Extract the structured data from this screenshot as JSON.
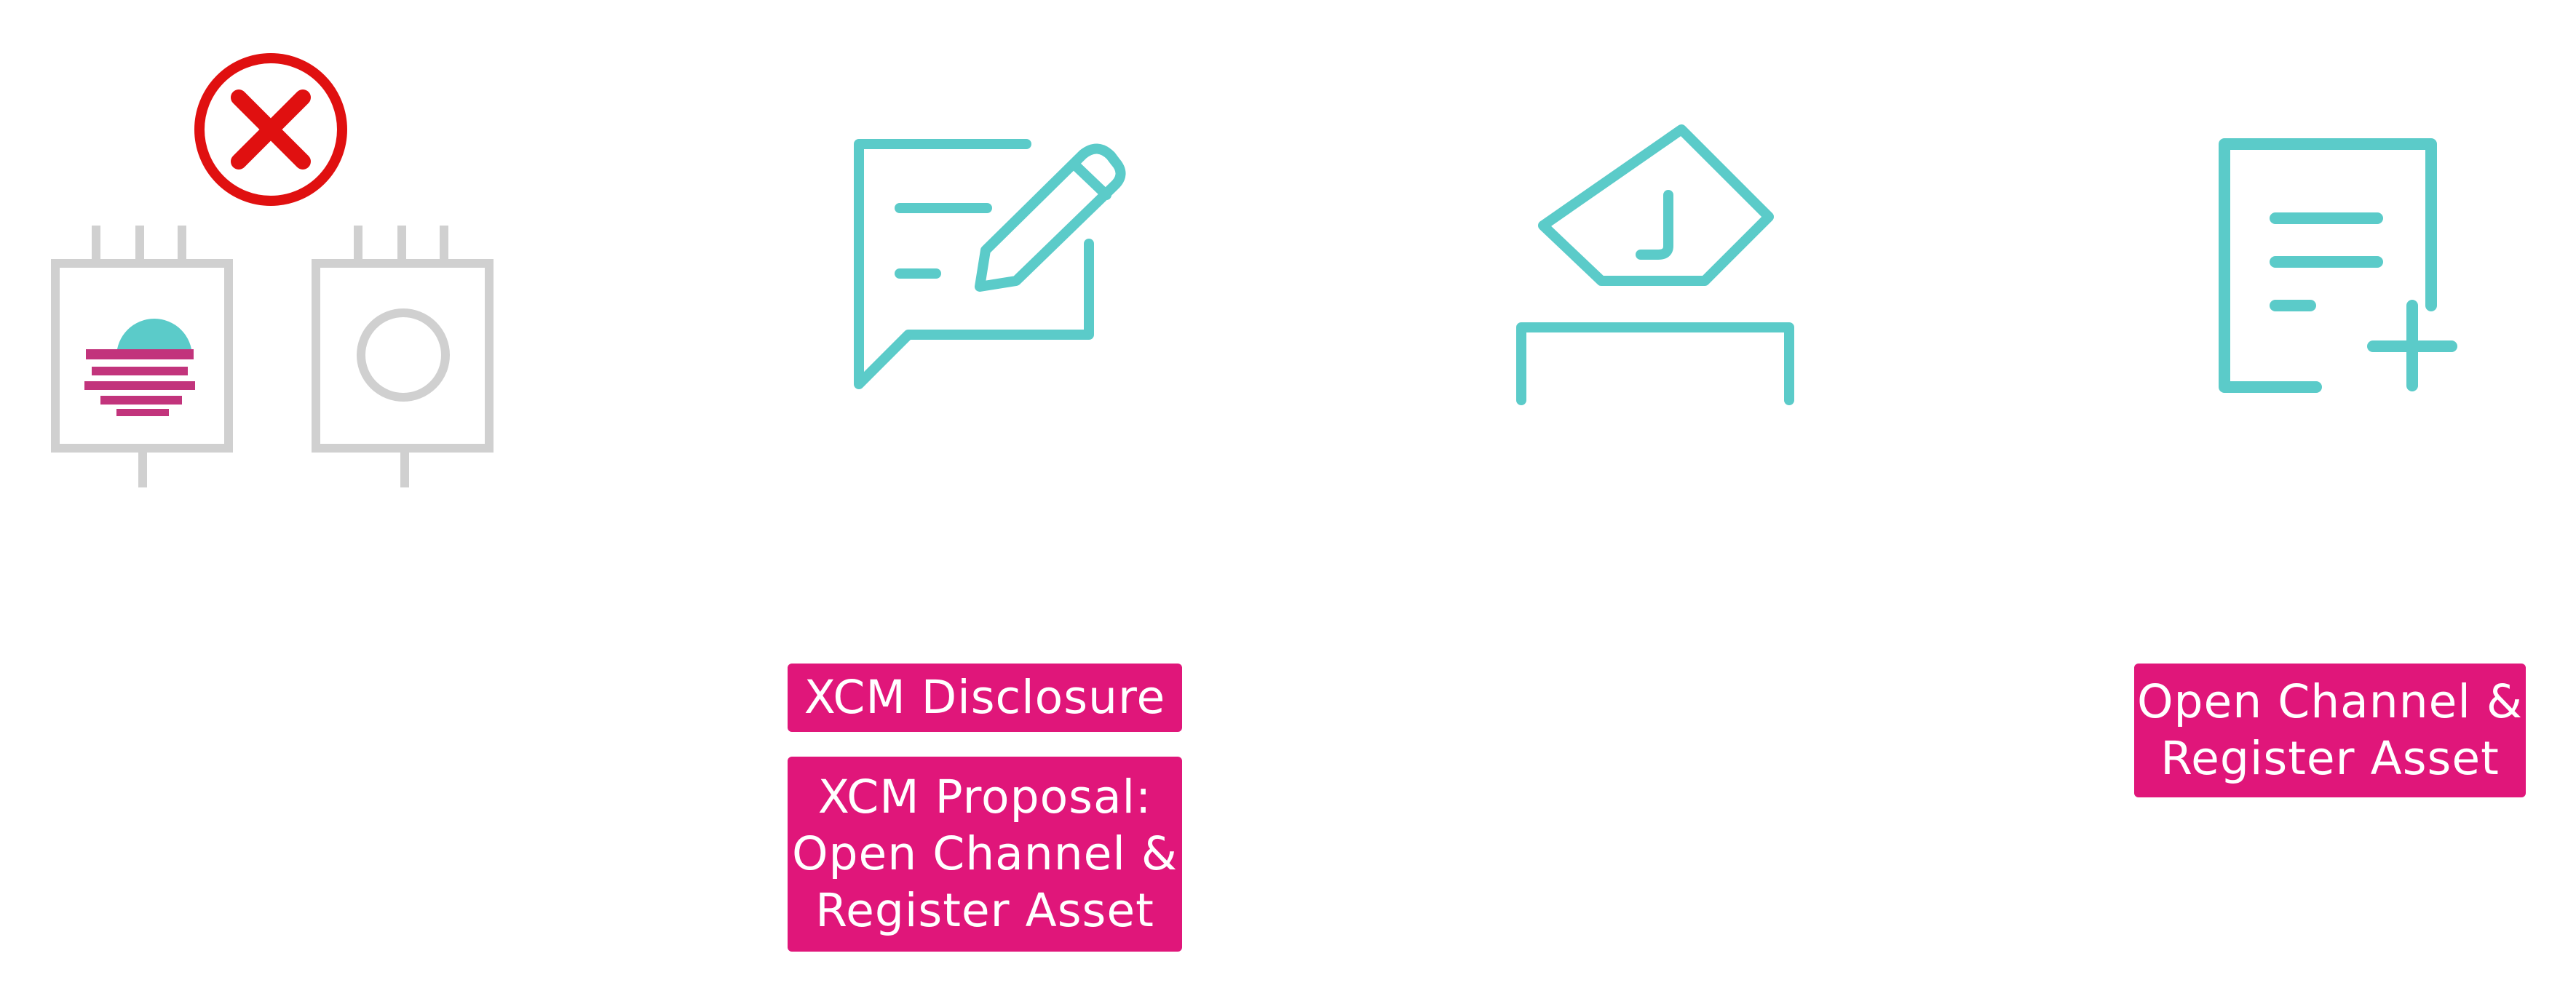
{
  "colors": {
    "accent": "#5bcbc9",
    "label_bg": "#e0167a",
    "label_text": "#ffffff",
    "chip_gray": "#d0d0d0",
    "error_red": "#e01010"
  },
  "steps": [
    {
      "icons": [
        "chain-chip-icon",
        "chain-chip-icon",
        "error-x-icon"
      ],
      "labels": []
    },
    {
      "icons": [
        "chat-edit-icon"
      ],
      "labels": [
        "XCM Disclosure",
        "XCM Proposal:\nOpen Channel &\nRegister Asset"
      ]
    },
    {
      "icons": [
        "ballot-vote-icon"
      ],
      "labels": []
    },
    {
      "icons": [
        "document-add-icon"
      ],
      "labels": [
        "Open Channel &\nRegister Asset"
      ]
    }
  ]
}
